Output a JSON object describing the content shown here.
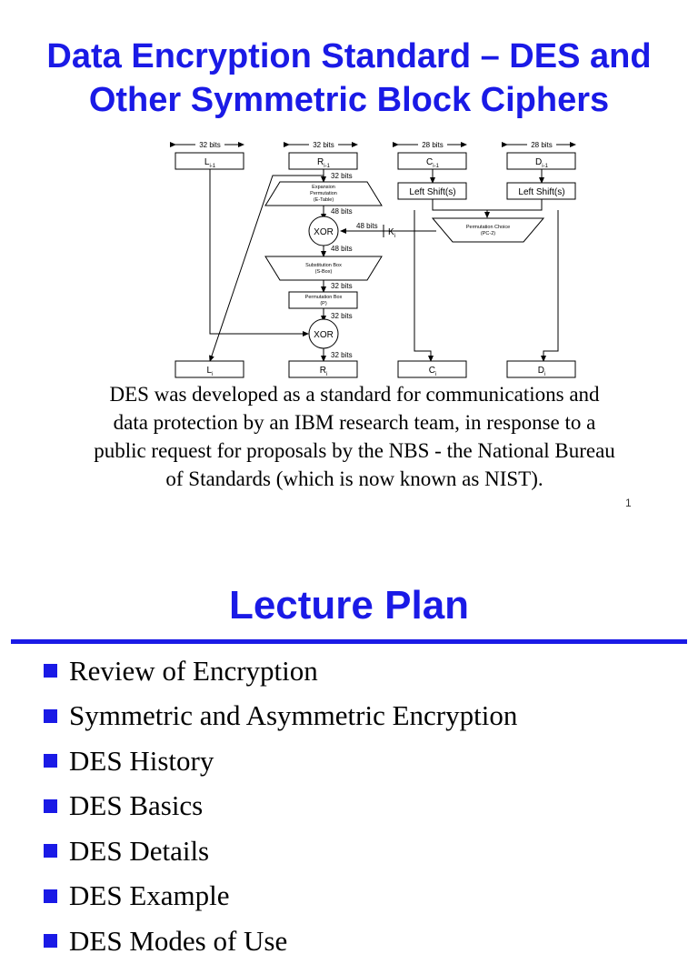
{
  "slide1": {
    "title_lines": [
      "Data Encryption Standard – DES and",
      "Other Symmetric Block Ciphers"
    ],
    "diagram": {
      "dims": {
        "l_top": "32 bits",
        "r_top": "32 bits",
        "c_top": "28 bits",
        "d_top": "28 bits",
        "after_r": "32 bits",
        "after_expansion": "48 bits",
        "key_in": "48 bits",
        "after_xor1": "48 bits",
        "after_sbox": "32 bits",
        "after_pbox": "32 bits",
        "after_xor2": "32 bits"
      },
      "boxes": {
        "l_prev": "L",
        "l_prev_sub": "i-1",
        "r_prev": "R",
        "r_prev_sub": "i-1",
        "c_prev": "C",
        "c_prev_sub": "i-1",
        "d_prev": "D",
        "d_prev_sub": "i-1",
        "shift_c": "Left Shift(s)",
        "shift_d": "Left Shift(s)",
        "l_next": "L",
        "l_next_sub": "i",
        "r_next": "R",
        "r_next_sub": "i",
        "c_next": "C",
        "c_next_sub": "i",
        "d_next": "D",
        "d_next_sub": "i",
        "key": "K",
        "key_sub": "i"
      },
      "ops": {
        "expansion": [
          "Expansion",
          "Permutation",
          "(E-Table)"
        ],
        "pc2": [
          "Permutation Choice",
          "(PC-2)"
        ],
        "sbox": [
          "Substitution Box",
          "(S-Box)"
        ],
        "pbox": [
          "Permutation Box",
          "(P)"
        ],
        "xor1": "XOR",
        "xor2": "XOR"
      }
    },
    "description_lines": [
      "DES was developed as a standard for communications and",
      "data protection by an IBM research team, in response to a",
      "public request for proposals by the NBS - the National Bureau",
      "of Standards (which is now known as NIST)."
    ],
    "page_number": "1"
  },
  "slide2": {
    "title": "Lecture Plan",
    "items": [
      "Review of Encryption",
      "Symmetric and Asymmetric Encryption",
      "DES History",
      "DES Basics",
      "DES Details",
      "DES Example",
      "DES Modes of Use"
    ]
  }
}
